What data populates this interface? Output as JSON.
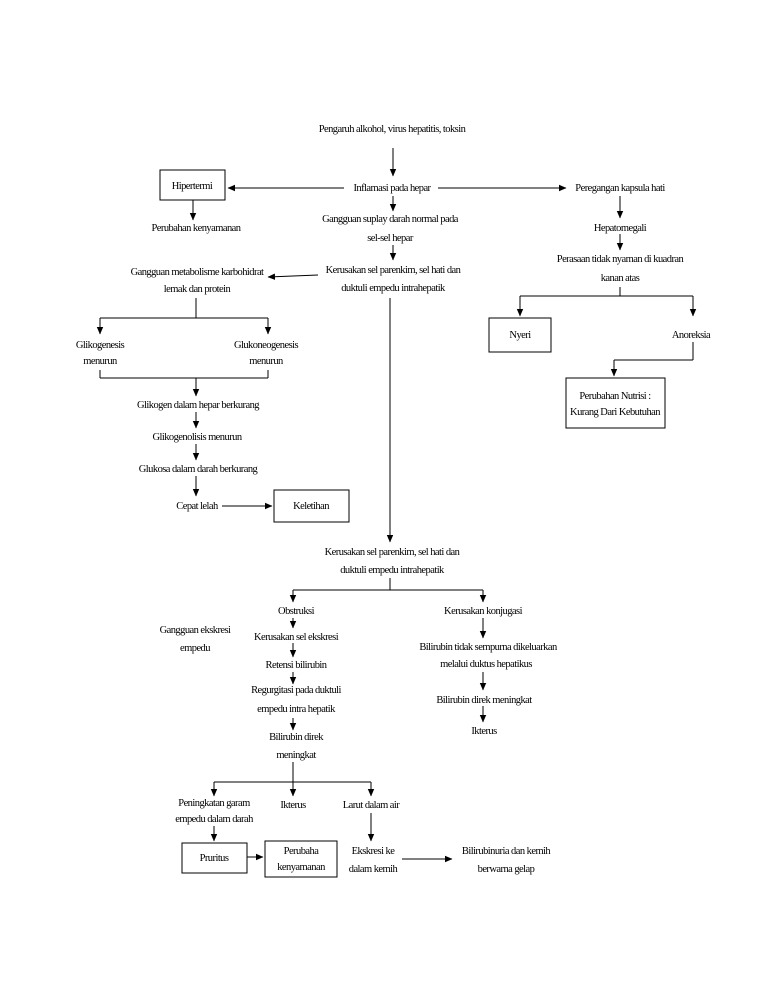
{
  "nodes": {
    "pengaruh": "Pengaruh alkohol, virus hepatitis, toksin",
    "inflamasi": "Inflamasi pada hepar",
    "hipertermi": "Hipertermi",
    "perubahan_kenyamanan_top": "Perubahan kenyamanan",
    "peregangan": "Peregangan kapsula hati",
    "hepatomegali": "Hepatomegali",
    "perasaan_1": "Perasaan tidak nyaman di kuadran",
    "perasaan_2": "kanan atas",
    "nyeri": "Nyeri",
    "anoreksia": "Anoreksia",
    "nutrisi_1": "Perubahan Nutrisi :",
    "nutrisi_2": "Kurang Dari Kebutuhan",
    "gangguan_suplay_1": "Gangguan suplay darah normal pada",
    "gangguan_suplay_2": "sel-sel hepar",
    "kerusakan_1_a": "Kerusakan sel parenkim, sel hati dan",
    "kerusakan_1_b": "duktuli empedu intrahepatik",
    "metabolisme_1": "Gangguan metabolisme karbohidrat",
    "metabolisme_2": "lemak dan protein",
    "glikogenesis_1": "Glikogenesis",
    "glikogenesis_2": "menurun",
    "glukoneogenesis_1": "Glukoneogenesis",
    "glukoneogenesis_2": "menurun",
    "glikogen_hepar": "Glikogen dalam hepar berkurang",
    "glikogenolisis": "Glikogenolisis menurun",
    "glukosa": "Glukosa dalam darah berkurang",
    "cepat_lelah": "Cepat lelah",
    "keletihan": "Keletihan",
    "kerusakan_2_a": "Kerusakan sel parenkim, sel hati dan",
    "kerusakan_2_b": "duktuli empedu intrahepatik",
    "obstruksi": "Obstruksi",
    "gangguan_ekskresi_1": "Gangguan ekskresi",
    "gangguan_ekskresi_2": "empedu",
    "kerusakan_sel_ekskresi": "Kerusakan sel ekskresi",
    "retensi": "Retensi bilirubin",
    "regurgitasi_1": "Regurgitasi pada duktuli",
    "regurgitasi_2": "empedu intra hepatik",
    "bilirubin_direk_1": "Bilirubin direk",
    "bilirubin_direk_2": "meningkat",
    "kerusakan_konjugasi": "Kerusakan konjugasi",
    "bilirubin_tidak_1": "Bilirubin tidak sempurna dikeluarkan",
    "bilirubin_tidak_2": "melalui duktus hepatikus",
    "bilirubin_direk_kanan": "Bilirubin direk meningkat",
    "ikterus_kanan": "Ikterus",
    "peningkatan_1": "Peningkatan garam",
    "peningkatan_2": "empedu dalam darah",
    "ikterus_bawah": "Ikterus",
    "larut": "Larut dalam air",
    "pruritus": "Pruritus",
    "perubahan_bawah_1": "Perubaha",
    "perubahan_bawah_2": "kenyamanan",
    "ekskresi_1": "Ekskresi ke",
    "ekskresi_2": "dalam kemih",
    "bilirubinuria_1": "Bilirubinuria dan kemih",
    "bilirubinuria_2": "berwarna gelap"
  }
}
